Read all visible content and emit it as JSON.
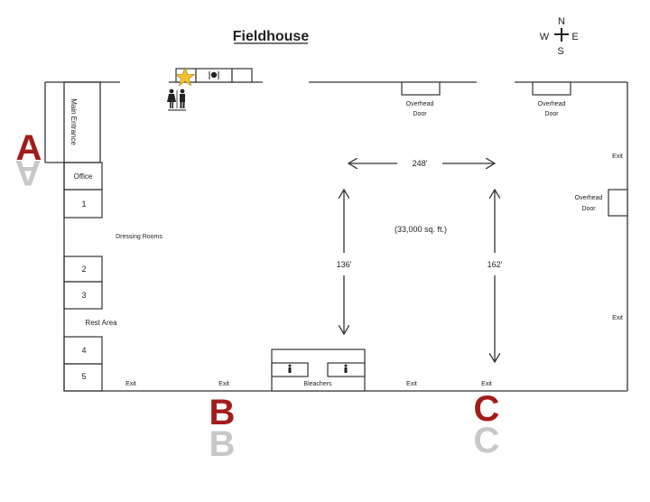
{
  "title": "Fieldhouse",
  "compass": {
    "n": "N",
    "s": "S",
    "e": "E",
    "w": "W"
  },
  "rooms": {
    "main_entrance": "Main Entrance",
    "office": "Office",
    "room_1": "1",
    "dressing_rooms": "Dressing Rooms",
    "room_2": "2",
    "room_3": "3",
    "rest_area": "Rest Area",
    "room_4": "4",
    "room_5": "5"
  },
  "doors": {
    "overhead_1": [
      "Overhead",
      "Door"
    ],
    "overhead_2": [
      "Overhead",
      "Door"
    ],
    "overhead_3": [
      "Overhead",
      "Door"
    ]
  },
  "exits": {
    "east_upper": "Exit",
    "east_lower": "Exit",
    "south_1": "Exit",
    "south_2": "Exit",
    "south_3": "Exit",
    "south_4": "Exit"
  },
  "dimensions": {
    "width": "248'",
    "area": "(33,000 sq. ft.)",
    "depth_left": "136'",
    "depth_right": "162'"
  },
  "bleachers": "Bleachers",
  "entrances": {
    "a": "A",
    "b": "B",
    "c": "C"
  },
  "colors": {
    "entrance_red": "#a31c1c",
    "entrance_gray": "#c8c8c8",
    "star": "#f2c230",
    "line": "#333333"
  }
}
